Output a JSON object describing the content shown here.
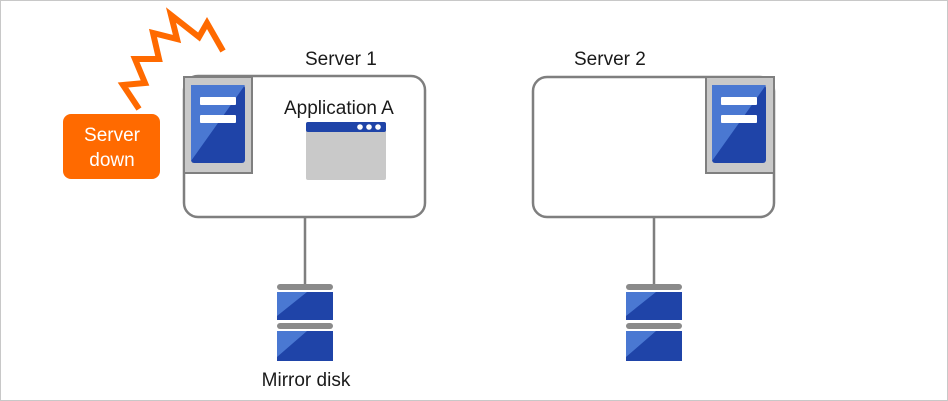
{
  "servers": [
    {
      "name": "Server 1",
      "status": "down"
    },
    {
      "name": "Server 2",
      "status": "up"
    }
  ],
  "application": {
    "name": "Application A",
    "host": "Server 1"
  },
  "alert": {
    "text": [
      "Server",
      "down"
    ],
    "color": "#ff6a00"
  },
  "disks": [
    {
      "host": "Server 1",
      "label": "Mirror disk"
    },
    {
      "host": "Server 2",
      "label": ""
    }
  ],
  "colors": {
    "server_blue": "#1f44a8",
    "server_blue_light": "#4a78d2",
    "panel_gray": "#c9c9c9",
    "outline_gray": "#7f7f7f",
    "alert_orange": "#ff6a00"
  },
  "icons": {
    "server": "server-tower-icon",
    "app": "application-window-icon",
    "disk": "disk-stack-icon",
    "failure": "lightning-bolt-icon"
  }
}
